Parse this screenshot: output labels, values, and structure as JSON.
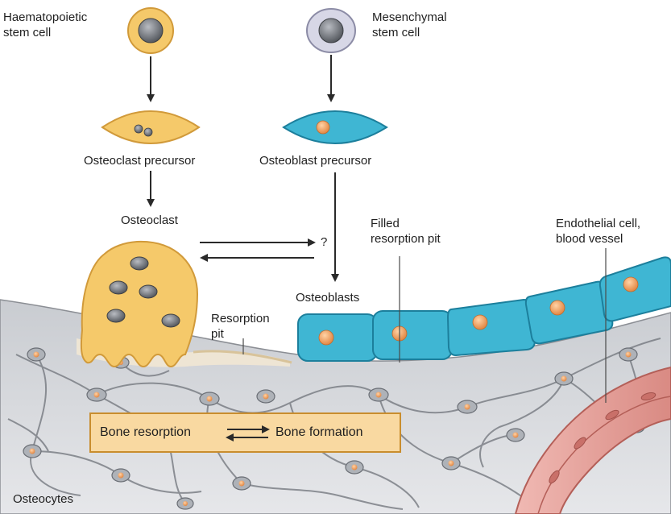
{
  "labels": {
    "hsc": "Haematopoietic\nstem cell",
    "msc": "Mesenchymal\nstem cell",
    "oc_precursor": "Osteoclast precursor",
    "ob_precursor": "Osteoblast precursor",
    "osteoclast": "Osteoclast",
    "question": "?",
    "filled_pit": "Filled\nresorption pit",
    "endothelial": "Endothelial cell,\nblood vessel",
    "osteoblasts": "Osteoblasts",
    "resorption_pit": "Resorption\npit",
    "osteocytes": "Osteocytes"
  },
  "balance_box": {
    "left": "Bone resorption",
    "right": "Bone formation"
  },
  "colors": {
    "osteoclast_fill": "#f5c96a",
    "osteoclast_edge": "#d19a3a",
    "osteoblast_fill": "#3fb6d3",
    "osteoblast_edge": "#1c7f9c",
    "nucleus_orange": "#ef9a4f",
    "msc_fill": "#d7d7e6",
    "bone_fill": "#d6d8dc",
    "bone_edge": "#7c7f86",
    "vessel_fill": "#e8a9a3",
    "vessel_edge": "#b45f58",
    "box_fill": "#f9d9a1",
    "box_edge": "#c98d2e"
  }
}
